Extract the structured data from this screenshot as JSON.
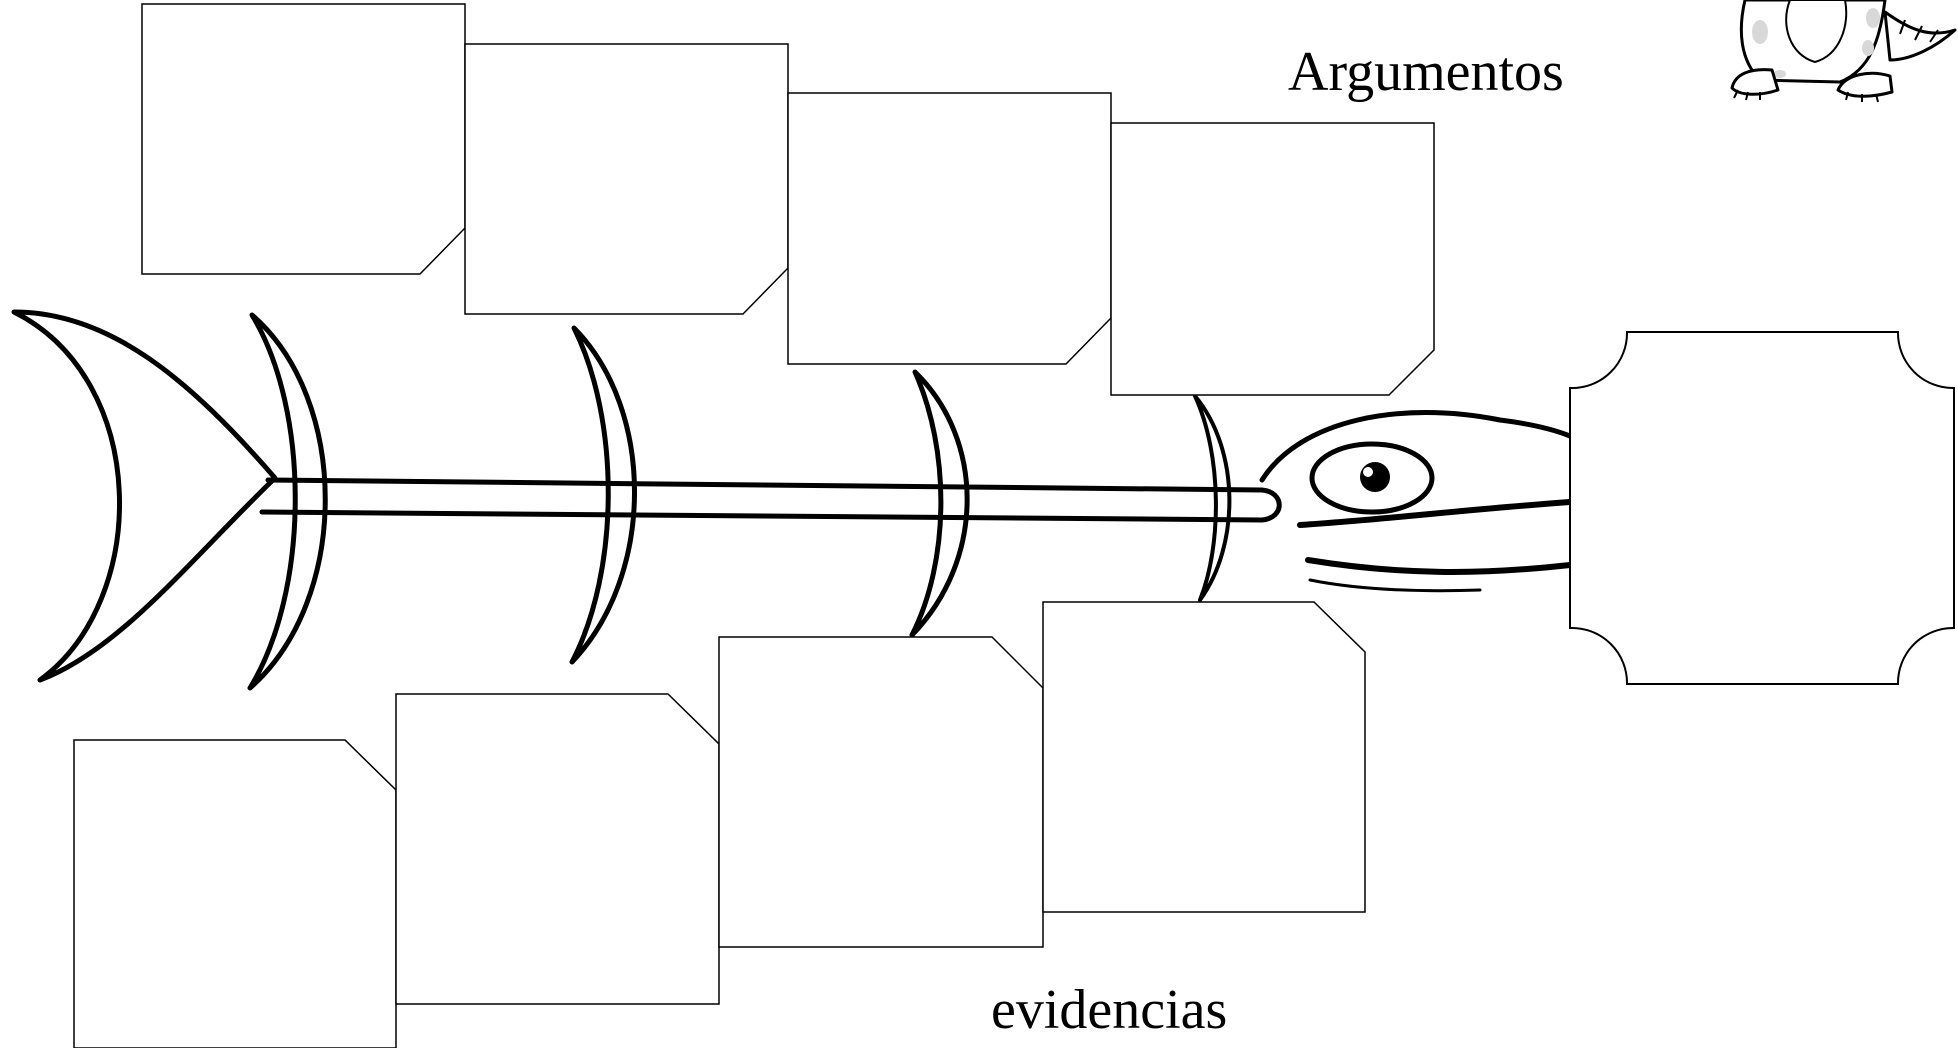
{
  "labels": {
    "top": "Argumentos",
    "bottom": "evidencias"
  },
  "colors": {
    "background": "#ffffff",
    "stroke": "#000000",
    "box_fill": "#ffffff"
  },
  "icons": {
    "fish": "fishbone-diagram-icon",
    "mascot": "cartoon-dinosaur-icon"
  },
  "boxes": {
    "argument_count": 4,
    "evidence_count": 4,
    "head_box_count": 1
  }
}
